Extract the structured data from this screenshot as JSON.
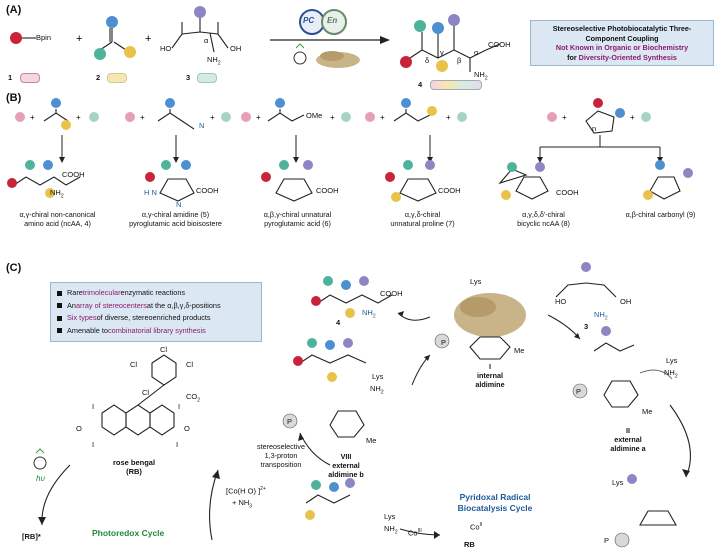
{
  "panels": {
    "a": "(A)",
    "b": "(B)",
    "c": "(C)"
  },
  "panel_a": {
    "reagent1_label": "Bpin",
    "reagent1_num": "1",
    "reagent2_num": "2",
    "reagent3_num": "3",
    "product_num": "4",
    "catalyst_pc": "PC",
    "catalyst_en": "En",
    "acid_label_left": "HO",
    "acid_label_right": "OH",
    "amine_label": "NH",
    "amine_sub": "2",
    "alpha": "α",
    "beta": "β",
    "gamma": "γ",
    "delta": "δ",
    "product_cooh": "COOH",
    "info_line1": "Stereoselective Photobiocatalytic Three-",
    "info_line2": "Component Coupling",
    "info_line3": "Not Known in Organic or Biochemistry",
    "info_line4_pre": "for ",
    "info_line4_em": "Diversity-Oriented Synthesis"
  },
  "panel_b": {
    "products": [
      {
        "cap1": "α,γ-chiral non-canonical",
        "cap2": "amino acid (ncAA, 4)"
      },
      {
        "cap1": "α,γ-chiral amidine (5)",
        "cap2": "pyroglutamic acid bioisostere"
      },
      {
        "cap1": "α,β,γ-chiral unnatural",
        "cap2": "pyroglutamic acid (6)"
      },
      {
        "cap1": "α,γ,δ-chiral",
        "cap2": "unnatural proline (7)"
      },
      {
        "cap1": "α,γ,δ,δ'-chiral",
        "cap2": "bicyclic ncAA (8)"
      },
      {
        "cap1": "α,β-chiral carbonyl (9)",
        "cap2": ""
      }
    ],
    "ome": "OMe",
    "n_label": "N",
    "h2n": "H N",
    "cooh": "COOH",
    "ring_n": "n"
  },
  "panel_c": {
    "bullets": [
      {
        "pre": "Rare ",
        "em": "trimolecular",
        "post": " enzymatic reactions"
      },
      {
        "pre": "An ",
        "em": "array of stereocenters",
        "post": " at the α,β,γ,δ-positions"
      },
      {
        "pre": "",
        "em": "Six types",
        "post": " of diverse, stereoenriched products"
      },
      {
        "pre": "Amenable to ",
        "em": "combinatorial library synthesis",
        "post": ""
      }
    ],
    "internal_aldimine_num": "I",
    "internal_aldimine": "internal",
    "internal_aldimine2": "aldimine",
    "ext_a_num": "II",
    "ext_a_1": "external",
    "ext_a_2": "aldimine a",
    "ext_b_num": "VIII",
    "ext_b_1": "external",
    "ext_b_2": "aldimine b",
    "lys": "Lys",
    "nh2": "NH",
    "me": "Me",
    "p_label": "P",
    "transposition_1": "stereoselective",
    "transposition_2": "1,3-proton",
    "transposition_3": "transposition",
    "rb_name": "rose bengal",
    "rb_abbr": "(RB)",
    "rb_star": "[RB]*",
    "hv": "hυ",
    "photoredox": "Photoredox Cycle",
    "cobalt": "[Co(H O) ]",
    "cobalt_charge": "2+",
    "nh3": "+ NH",
    "prc_1": "Pyridoxal Radical",
    "prc_2": "Biocatalysis Cycle",
    "co2": "Co",
    "co3": "Co",
    "co2_sup": "II",
    "co3_sup": "III",
    "rb_trunc": "RB",
    "cl": "Cl",
    "iodo": "I",
    "o_minus": "O",
    "oxo": "O",
    "co2minus": "CO"
  },
  "colors": {
    "pink": "#d9718f",
    "blue": "#4d8fcf",
    "yellow": "#e9c349",
    "teal": "#4fb39b",
    "purple": "#8c86c4",
    "red": "#c7243a"
  }
}
